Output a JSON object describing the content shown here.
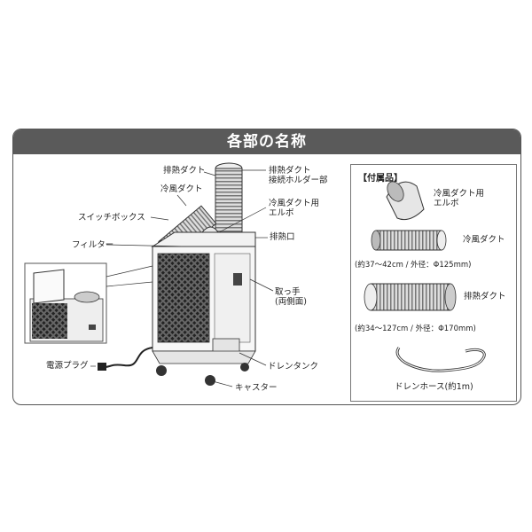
{
  "header": {
    "title": "各部の名称"
  },
  "unit_labels": {
    "exhaust_duct": "排熱ダクト",
    "exhaust_duct_connector": "排熱ダクト\n接続ホルダー部",
    "cold_air_duct": "冷風ダクト",
    "cold_air_elbow": "冷風ダクト用\nエルボ",
    "switch_box": "スイッチボックス",
    "exhaust_port": "排熱口",
    "filter": "フィルター",
    "handle": "取っ手\n(両側面)",
    "power_plug": "電源プラグ",
    "drain_tank": "ドレンタンク",
    "caster": "キャスター"
  },
  "accessories": {
    "title": "【付属品】",
    "elbow_label": "冷風ダクト用\nエルボ",
    "cold_duct_label": "冷風ダクト",
    "cold_duct_spec": "(約37～42cm / 外径：Φ125mm)",
    "exhaust_duct_label": "排熱ダクト",
    "exhaust_duct_spec": "(約34～127cm / 外径：Φ170mm)",
    "drain_hose_label": "ドレンホース(約1m)"
  }
}
